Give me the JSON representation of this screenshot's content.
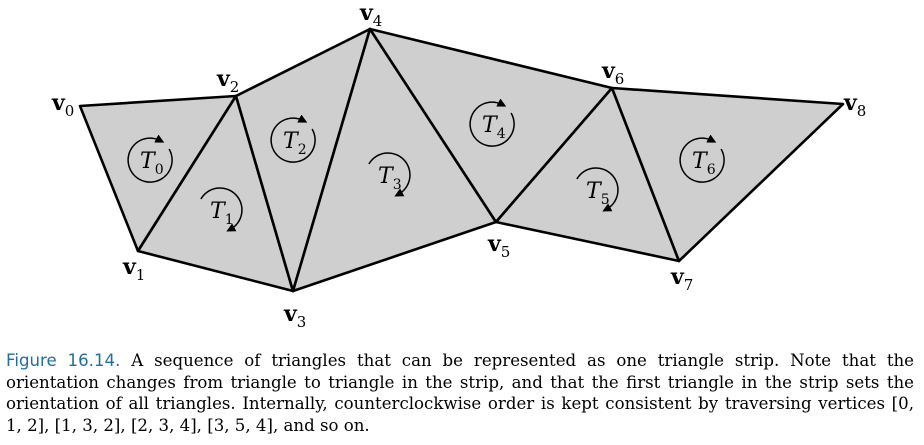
{
  "figure": {
    "vertices": [
      {
        "id": "v0",
        "letter": "v",
        "sub": "0"
      },
      {
        "id": "v1",
        "letter": "v",
        "sub": "1"
      },
      {
        "id": "v2",
        "letter": "v",
        "sub": "2"
      },
      {
        "id": "v3",
        "letter": "v",
        "sub": "3"
      },
      {
        "id": "v4",
        "letter": "v",
        "sub": "4"
      },
      {
        "id": "v5",
        "letter": "v",
        "sub": "5"
      },
      {
        "id": "v6",
        "letter": "v",
        "sub": "6"
      },
      {
        "id": "v7",
        "letter": "v",
        "sub": "7"
      },
      {
        "id": "v8",
        "letter": "v",
        "sub": "8"
      }
    ],
    "triangles": [
      {
        "id": "T0",
        "letter": "T",
        "sub": "0",
        "vertices": [
          0,
          1,
          2
        ]
      },
      {
        "id": "T1",
        "letter": "T",
        "sub": "1",
        "vertices": [
          1,
          3,
          2
        ]
      },
      {
        "id": "T2",
        "letter": "T",
        "sub": "2",
        "vertices": [
          2,
          3,
          4
        ]
      },
      {
        "id": "T3",
        "letter": "T",
        "sub": "3",
        "vertices": [
          3,
          5,
          4
        ]
      },
      {
        "id": "T4",
        "letter": "T",
        "sub": "4",
        "vertices": [
          4,
          5,
          6
        ]
      },
      {
        "id": "T5",
        "letter": "T",
        "sub": "5",
        "vertices": [
          5,
          7,
          6
        ]
      },
      {
        "id": "T6",
        "letter": "T",
        "sub": "6",
        "vertices": [
          6,
          7,
          8
        ]
      }
    ],
    "fill_color": "#cfcfcf",
    "edge_color": "#000000",
    "caption_label_color": "#1e6f9a"
  },
  "caption": {
    "label": "Figure 16.14.",
    "text": "A sequence of triangles that can be represented as one triangle strip. Note that the orientation changes from triangle to triangle in the strip, and that the first triangle in the strip sets the orientation of all triangles. Internally, counterclockwise order is kept consistent by traversing vertices [0, 1, 2], [1, 3, 2], [2, 3, 4], [3, 5, 4], and so on."
  }
}
